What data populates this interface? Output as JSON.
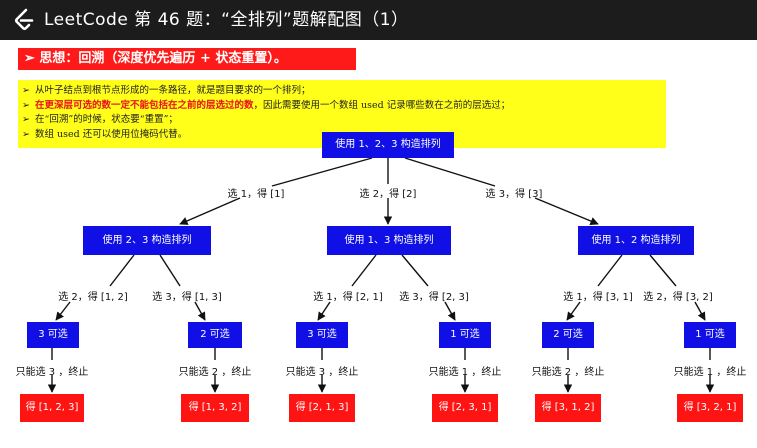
{
  "title": "LeetCode 第 46 题：“全排列”题解配图（1）",
  "idea": "➢  思想：回溯（深度优先遍历 + 状态重置）。",
  "notes": [
    {
      "text": "从叶子结点到根节点形成的一条路径，就是题目要求的一个排列；",
      "red": false
    },
    {
      "text": "在更深层可选的数一定不能包括在之前的层选过的数",
      "red": true,
      "tail": "，因此需要使用一个数组 used 记录哪些数在之前的层选过；"
    },
    {
      "text": "在“回溯”的时候，状态要“重置”；",
      "red": false
    },
    {
      "text": "数组 used 还可以使用位掩码代替。",
      "red": false
    }
  ],
  "bullet": "➢",
  "root": "使用 1、2、3 构造排列",
  "level1": [
    {
      "edge": "选 1，得 [1]",
      "node": "使用 2、3 构造排列"
    },
    {
      "edge": "选 2，得 [2]",
      "node": "使用 1、3 构造排列"
    },
    {
      "edge": "选 3，得 [3]",
      "node": "使用 1、2 构造排列"
    }
  ],
  "level2": [
    {
      "edge": "选 2，得 [1, 2]",
      "node": "3 可选",
      "final_edge": "只能选 3 ，终止",
      "leaf": "得 [1, 2, 3]"
    },
    {
      "edge": "选 3，得 [1, 3]",
      "node": "2 可选",
      "final_edge": "只能选 2 ，终止",
      "leaf": "得 [1, 3, 2]"
    },
    {
      "edge": "选 1，得 [2, 1]",
      "node": "3 可选",
      "final_edge": "只能选 3 ，终止",
      "leaf": "得 [2, 1, 3]"
    },
    {
      "edge": "选 3，得 [2, 3]",
      "node": "1 可选",
      "final_edge": "只能选 1 ，终止",
      "leaf": "得 [2, 3, 1]"
    },
    {
      "edge": "选 1，得 [3, 1]",
      "node": "2 可选",
      "final_edge": "只能选 2 ，终止",
      "leaf": "得 [3, 1, 2]"
    },
    {
      "edge": "选 2，得 [3, 2]",
      "node": "1 可选",
      "final_edge": "只能选 1 ，终止",
      "leaf": "得 [3, 2, 1]"
    }
  ],
  "colors": {
    "node": "#1010e6",
    "leaf": "#ff1414",
    "notes_bg": "#ffff1a",
    "idea_bg": "#ff1a1a",
    "title_bg": "#1c1c1c"
  }
}
